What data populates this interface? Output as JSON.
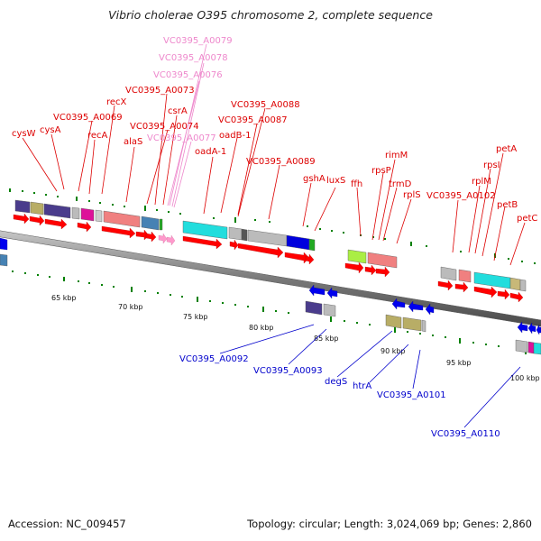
{
  "title": "Vibrio cholerae O395 chromosome 2, complete sequence",
  "footer": {
    "accession": "Accession: NC_009457",
    "summary": "Topology: circular; Length: 3,024,069 bp; Genes: 2,860"
  },
  "scale_labels": [
    "65 kbp",
    "70 kbp",
    "75 kbp",
    "80 kbp",
    "85 kbp",
    "90 kbp",
    "95 kbp",
    "100 kbp"
  ],
  "top_gene_labels": [
    {
      "text": "VC0395_A0079",
      "color": "#ee88cc"
    },
    {
      "text": "VC0395_A0078",
      "color": "#ee88cc"
    },
    {
      "text": "VC0395_A0076",
      "color": "#ee88cc"
    },
    {
      "text": "VC0395_A0073",
      "color": "#dd0000"
    },
    {
      "text": "recX",
      "color": "#dd0000"
    },
    {
      "text": "csrA",
      "color": "#dd0000"
    },
    {
      "text": "VC0395_A0069",
      "color": "#dd0000"
    },
    {
      "text": "VC0395_A0074",
      "color": "#dd0000"
    },
    {
      "text": "cysW",
      "color": "#dd0000"
    },
    {
      "text": "cysA",
      "color": "#dd0000"
    },
    {
      "text": "recA",
      "color": "#dd0000"
    },
    {
      "text": "alaS",
      "color": "#dd0000"
    },
    {
      "text": "VC0395_A0077",
      "color": "#ee88cc"
    },
    {
      "text": "VC0395_A0088",
      "color": "#dd0000"
    },
    {
      "text": "VC0395_A0087",
      "color": "#dd0000"
    },
    {
      "text": "oadB-1",
      "color": "#dd0000"
    },
    {
      "text": "oadA-1",
      "color": "#dd0000"
    },
    {
      "text": "VC0395_A0089",
      "color": "#dd0000"
    },
    {
      "text": "gshA",
      "color": "#dd0000"
    },
    {
      "text": "luxS",
      "color": "#dd0000"
    },
    {
      "text": "rimM",
      "color": "#dd0000"
    },
    {
      "text": "rpsP",
      "color": "#dd0000"
    },
    {
      "text": "ffh",
      "color": "#dd0000"
    },
    {
      "text": "trmD",
      "color": "#dd0000"
    },
    {
      "text": "rplS",
      "color": "#dd0000"
    },
    {
      "text": "petA",
      "color": "#dd0000"
    },
    {
      "text": "rpsI",
      "color": "#dd0000"
    },
    {
      "text": "rplM",
      "color": "#dd0000"
    },
    {
      "text": "VC0395_A0102",
      "color": "#dd0000"
    },
    {
      "text": "petB",
      "color": "#dd0000"
    },
    {
      "text": "petC",
      "color": "#dd0000"
    }
  ],
  "bottom_gene_labels": [
    {
      "text": "VC0395_A0092",
      "color": "#0000cc"
    },
    {
      "text": "VC0395_A0093",
      "color": "#0000cc"
    },
    {
      "text": "degS",
      "color": "#0000cc"
    },
    {
      "text": "htrA",
      "color": "#0000cc"
    },
    {
      "text": "VC0395_A0101",
      "color": "#0000cc"
    },
    {
      "text": "VC0395_A0110",
      "color": "#0000cc"
    }
  ],
  "colors": {
    "forward_arrow": "#ff0000",
    "reverse_arrow": "#0000ff",
    "pink_arrow": "#ff99cc",
    "backbone": "#808080",
    "tick": "#008000",
    "forward_label": "#dd0000",
    "reverse_label": "#0000cc",
    "pink_label": "#ee88cc"
  }
}
